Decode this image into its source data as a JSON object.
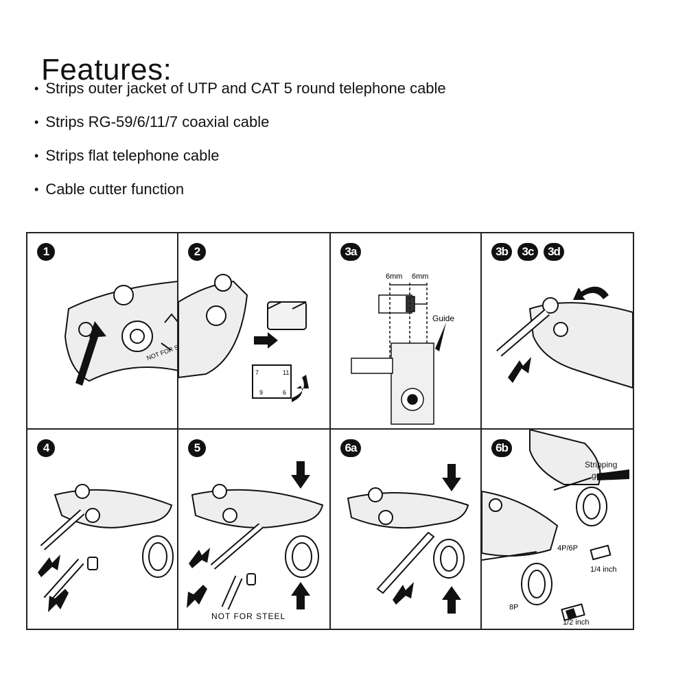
{
  "heading": "Features:",
  "features": [
    "Strips outer jacket of UTP and CAT 5 round telephone cable",
    "Strips RG-59/6/11/7  coaxial cable",
    "Strips flat telephone cable",
    "Cable cutter function"
  ],
  "steps": {
    "s1": {
      "badge": "1",
      "tool_text": "NOT FOR STE"
    },
    "s2": {
      "badge": "2",
      "blade_nums": [
        "7",
        "11",
        "9",
        "6"
      ]
    },
    "s3a": {
      "badge": "3a",
      "measure_left": "6mm",
      "measure_right": "6mm",
      "guide": "Guide"
    },
    "s3bcd": {
      "badges": [
        "3b",
        "3c",
        "3d"
      ]
    },
    "s4": {
      "badge": "4"
    },
    "s5": {
      "badge": "5",
      "warning": "NOT FOR STEEL"
    },
    "s6a": {
      "badge": "6a"
    },
    "s6b": {
      "badge": "6b",
      "stripping_guide": [
        "Stripping",
        "guide"
      ],
      "size_4p": "4P/6P",
      "quarter_inch": "1/4 inch",
      "size_8p": "8P",
      "half_inch": "1/2 inch"
    }
  },
  "colors": {
    "ink": "#111111",
    "panel_border": "#222222",
    "background": "#ffffff"
  }
}
